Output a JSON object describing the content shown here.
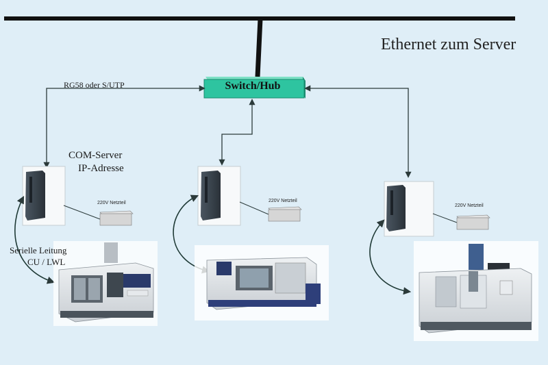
{
  "title": "Ethernet zum Server",
  "hub": {
    "label": "Switch/Hub"
  },
  "cable_label": "RG58 oder S/UTP",
  "com_server": {
    "line1": "COM-Server",
    "line2": "IP-Adresse"
  },
  "serial_line": {
    "line1": "Serielle Leitung",
    "line2": "CU / LWL"
  },
  "power_supply_label": "220V Netzteil",
  "colors": {
    "background": "#dfeef7",
    "hub": "#2ec4a0",
    "backbone": "#111111",
    "arrow": "#2b3a3a"
  }
}
